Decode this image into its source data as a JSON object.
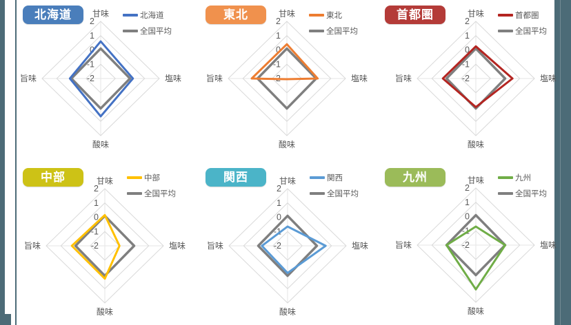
{
  "frame": {
    "background": "#ffffff",
    "border_color": "#4C6B77"
  },
  "scale": {
    "min": -2,
    "max": 2,
    "ticks": [
      2,
      1,
      0,
      -1,
      -2
    ]
  },
  "axis_labels": {
    "top": "甘味",
    "right": "塩味",
    "bottom": "酸味",
    "left": "旨味"
  },
  "national_average_label": "全国平均",
  "national_average_color": "#7F7F7F",
  "grid_color": "#D9D9D9",
  "text_color": "#595959",
  "chart_data": [
    {
      "type": "radar",
      "title": "北海道",
      "badge_color": "#4A7EBB",
      "categories": [
        "甘味",
        "塩味",
        "酸味",
        "旨味"
      ],
      "rlim": [
        -2,
        2
      ],
      "ticks": [
        2,
        1,
        0,
        -1,
        -2
      ],
      "grid": true,
      "legend_position": "top-right",
      "series": [
        {
          "name": "北海道",
          "color": "#4472C4",
          "width": 3,
          "values": [
            0.6,
            0.2,
            0.65,
            0.1
          ]
        },
        {
          "name": "全国平均",
          "color": "#7F7F7F",
          "width": 3.5,
          "values": [
            0.1,
            0.0,
            0.1,
            0.0
          ]
        }
      ]
    },
    {
      "type": "radar",
      "title": "東北",
      "badge_color": "#F0914D",
      "categories": [
        "甘味",
        "塩味",
        "酸味",
        "旨味"
      ],
      "rlim": [
        -2,
        2
      ],
      "ticks": [
        2,
        1,
        0,
        -1,
        -2
      ],
      "grid": true,
      "legend_position": "top-right",
      "series": [
        {
          "name": "東北",
          "color": "#ED7D31",
          "width": 3,
          "values": [
            0.4,
            0.1,
            -1.95,
            0.4
          ]
        },
        {
          "name": "全国平均",
          "color": "#7F7F7F",
          "width": 3.5,
          "values": [
            0.1,
            0.0,
            0.1,
            0.0
          ]
        }
      ]
    },
    {
      "type": "radar",
      "title": "首都圏",
      "badge_color": "#B43B38",
      "categories": [
        "甘味",
        "塩味",
        "酸味",
        "旨味"
      ],
      "rlim": [
        -2,
        2
      ],
      "ticks": [
        2,
        1,
        0,
        -1,
        -2
      ],
      "grid": true,
      "legend_position": "top-right",
      "series": [
        {
          "name": "首都圏",
          "color": "#B42521",
          "width": 3,
          "values": [
            0.25,
            0.5,
            0.0,
            0.25
          ]
        },
        {
          "name": "全国平均",
          "color": "#7F7F7F",
          "width": 3.5,
          "values": [
            0.1,
            0.0,
            0.1,
            0.0
          ]
        }
      ]
    },
    {
      "type": "radar",
      "title": "中部",
      "badge_color": "#CDC216",
      "categories": [
        "甘味",
        "塩味",
        "酸味",
        "旨味"
      ],
      "rlim": [
        -2,
        2
      ],
      "ticks": [
        2,
        1,
        0,
        -1,
        -2
      ],
      "grid": true,
      "legend_position": "top-right",
      "series": [
        {
          "name": "中部",
          "color": "#FFC000",
          "width": 3,
          "values": [
            0.15,
            -1.0,
            0.3,
            0.25
          ]
        },
        {
          "name": "全国平均",
          "color": "#7F7F7F",
          "width": 3.5,
          "values": [
            0.1,
            0.0,
            0.1,
            0.0
          ]
        }
      ]
    },
    {
      "type": "radar",
      "title": "関西",
      "badge_color": "#4BB4C8",
      "categories": [
        "甘味",
        "塩味",
        "酸味",
        "旨味"
      ],
      "rlim": [
        -2,
        2
      ],
      "ticks": [
        2,
        1,
        0,
        -1,
        -2
      ],
      "grid": true,
      "legend_position": "top-right",
      "series": [
        {
          "name": "関西",
          "color": "#5B9BD5",
          "width": 3,
          "values": [
            -0.65,
            0.6,
            -0.1,
            -0.25
          ]
        },
        {
          "name": "全国平均",
          "color": "#7F7F7F",
          "width": 3.5,
          "values": [
            0.1,
            0.0,
            0.1,
            0.0
          ]
        }
      ]
    },
    {
      "type": "radar",
      "title": "九州",
      "badge_color": "#9BBB59",
      "categories": [
        "甘味",
        "塩味",
        "酸味",
        "旨味"
      ],
      "rlim": [
        -2,
        2
      ],
      "ticks": [
        2,
        1,
        0,
        -1,
        -2
      ],
      "grid": true,
      "legend_position": "top-right",
      "series": [
        {
          "name": "九州",
          "color": "#70AD47",
          "width": 3,
          "values": [
            -0.7,
            0.0,
            1.1,
            0.0
          ]
        },
        {
          "name": "全国平均",
          "color": "#7F7F7F",
          "width": 3.5,
          "values": [
            0.1,
            0.0,
            0.1,
            0.0
          ]
        }
      ]
    }
  ]
}
